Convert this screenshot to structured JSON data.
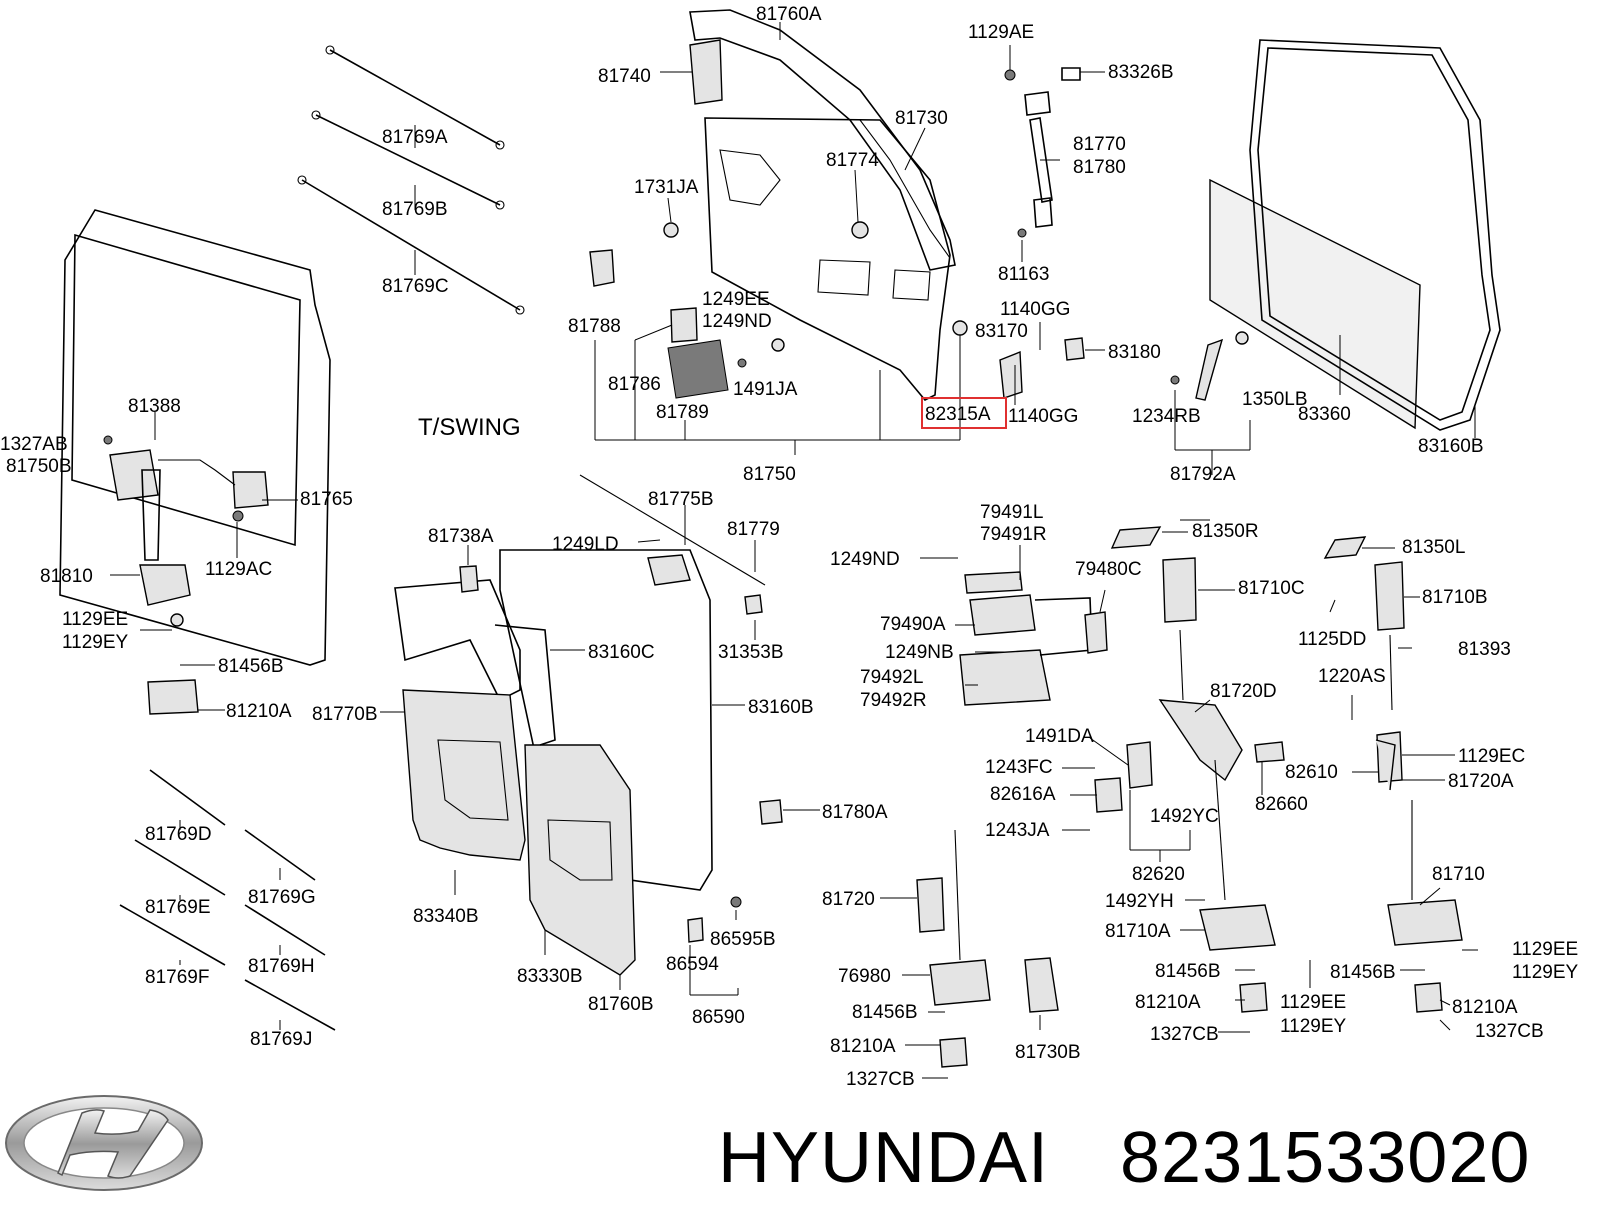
{
  "diagram": {
    "section_label": "T/SWING",
    "highlighted_part": "82315A",
    "highlight_color": "#e03030",
    "part_labels": [
      "81760A",
      "81740",
      "81730",
      "81774",
      "1731JA",
      "81788",
      "1249EE",
      "1249ND",
      "81786",
      "81789",
      "1491JA",
      "82315A",
      "81750",
      "1129AE",
      "83326B",
      "81770",
      "81780",
      "81163",
      "1140GG",
      "83170",
      "83180",
      "1140GG",
      "81769A",
      "81769B",
      "81769C",
      "81388",
      "1327AB",
      "81750B",
      "81765",
      "1129AC",
      "81810",
      "1129EE",
      "1129EY",
      "81456B",
      "81210A",
      "81775B",
      "81779",
      "81738A",
      "1249LD",
      "83160C",
      "31353B",
      "81770B",
      "83160B",
      "83340B",
      "83330B",
      "81760B",
      "81780A",
      "86595B",
      "86594",
      "86590",
      "81769D",
      "81769E",
      "81769G",
      "81769F",
      "81769H",
      "81769J",
      "83360",
      "83160B",
      "1234RB",
      "1350LB",
      "81792A",
      "79491L",
      "79491R",
      "1249ND",
      "79480C",
      "79490A",
      "1249NB",
      "79492L",
      "79492R",
      "81350R",
      "81710C",
      "81720D",
      "1491DA",
      "1243FC",
      "82616A",
      "1243JA",
      "1492YC",
      "82620",
      "82660",
      "81350L",
      "81710B",
      "1125DD",
      "81393",
      "1220AS",
      "82610",
      "1129EC",
      "81720A",
      "81710",
      "1129EE",
      "1129EY",
      "81456B",
      "81210A",
      "1327CB",
      "81720",
      "76980",
      "81456B",
      "81210A",
      "1327CB",
      "81730B",
      "1492YH",
      "81710A",
      "81456B",
      "81210A",
      "1129EE",
      "1129EY",
      "1327CB"
    ]
  },
  "brand": {
    "name": "HYUNDAI",
    "part_number": "8231533020",
    "logo_icon": "hyundai-logo-icon"
  }
}
